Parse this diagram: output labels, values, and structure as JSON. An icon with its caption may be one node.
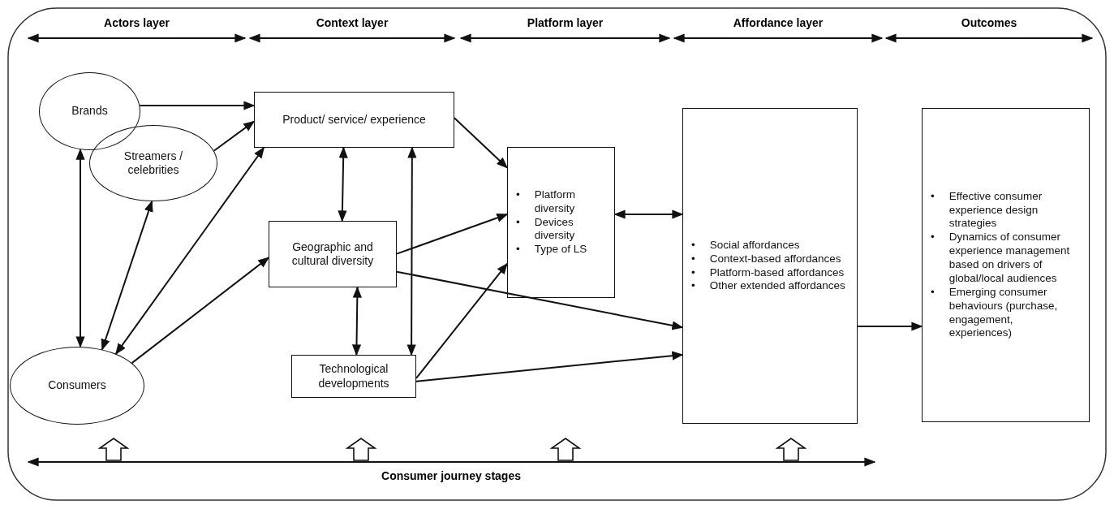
{
  "diagram": {
    "nodes": [
      {
        "text": [
          "Brands"
        ]
      },
      {
        "text": [
          "Streamers / celebrities"
        ]
      },
      {
        "text": [
          "Consumers"
        ]
      },
      {
        "text": [
          "Product/ service/ experience"
        ]
      },
      {
        "text": [
          "Geographic and cultural diversity"
        ]
      },
      {
        "text": [
          "Technological developments"
        ]
      },
      {
        "text": [
          "•",
          "Platform diversity",
          "•",
          "Devices diversity",
          "•",
          "Type of LS"
        ]
      },
      {
        "text": [
          "•",
          "Social affordances",
          "•",
          "Context-based affordances",
          "•",
          "Platform-based affordances",
          "•",
          "Other extended affordances"
        ]
      },
      {
        "text": [
          "•",
          "Effective consumer experience design strategies",
          "•",
          "Dynamics of consumer experience management based on drivers of global/local audiences",
          "•",
          "Emerging consumer behaviours (purchase, engagement, experiences)"
        ]
      }
    ],
    "edges": [
      {
        "from": 0,
        "to": 3,
        "arrow": "to"
      },
      {
        "from": 1,
        "to": 3,
        "arrow": "to"
      },
      {
        "from": 0,
        "to": 2,
        "arrow": "both"
      },
      {
        "from": 1,
        "to": 2,
        "arrow": "both"
      },
      {
        "from": 2,
        "to": 3,
        "arrow": "both"
      },
      {
        "from": 2,
        "to": 4,
        "arrow": "to"
      },
      {
        "from": 3,
        "to": 4,
        "arrow": "both"
      },
      {
        "from": 3,
        "to": 5,
        "arrow": "both"
      },
      {
        "from": 4,
        "to": 5,
        "arrow": "both"
      },
      {
        "from": 3,
        "to": 6,
        "arrow": "to"
      },
      {
        "from": 4,
        "to": 6,
        "arrow": "to"
      },
      {
        "from": 5,
        "to": 6,
        "arrow": "to"
      },
      {
        "from": 4,
        "to": 7,
        "arrow": "to"
      },
      {
        "from": 5,
        "to": 7,
        "arrow": "to"
      },
      {
        "from": 6,
        "to": 7,
        "arrow": "both"
      },
      {
        "from": 7,
        "to": 8,
        "arrow": "to"
      }
    ],
    "labels": [
      "Actors layer",
      "Context layer",
      "Platform layer",
      "Affordance layer",
      "Outcomes",
      "Consumer journey stages"
    ]
  }
}
